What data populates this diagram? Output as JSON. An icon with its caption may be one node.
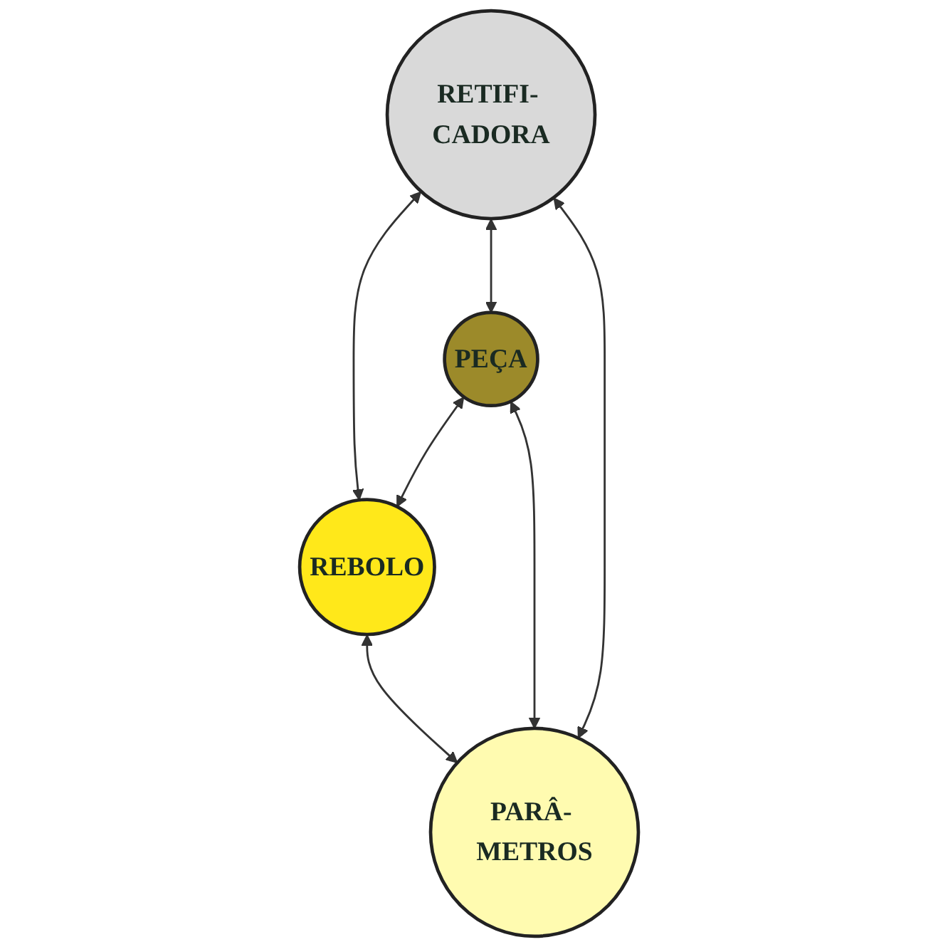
{
  "diagram": {
    "nodes": [
      {
        "text": [
          "RETIFI- CADORA"
        ]
      },
      {
        "text": [
          "PEÇA"
        ]
      },
      {
        "text": [
          "REBOLO"
        ]
      },
      {
        "text": [
          "PARÂ- METROS"
        ]
      }
    ],
    "edges": [
      {
        "from": 0,
        "to": 2,
        "arrow": "both"
      },
      {
        "from": 0,
        "to": 1,
        "arrow": "both"
      },
      {
        "from": 0,
        "to": 3,
        "arrow": "both"
      },
      {
        "from": 1,
        "to": 2,
        "arrow": "both"
      },
      {
        "from": 1,
        "to": 3,
        "arrow": "both"
      },
      {
        "from": 2,
        "to": 3,
        "arrow": "both"
      }
    ]
  }
}
